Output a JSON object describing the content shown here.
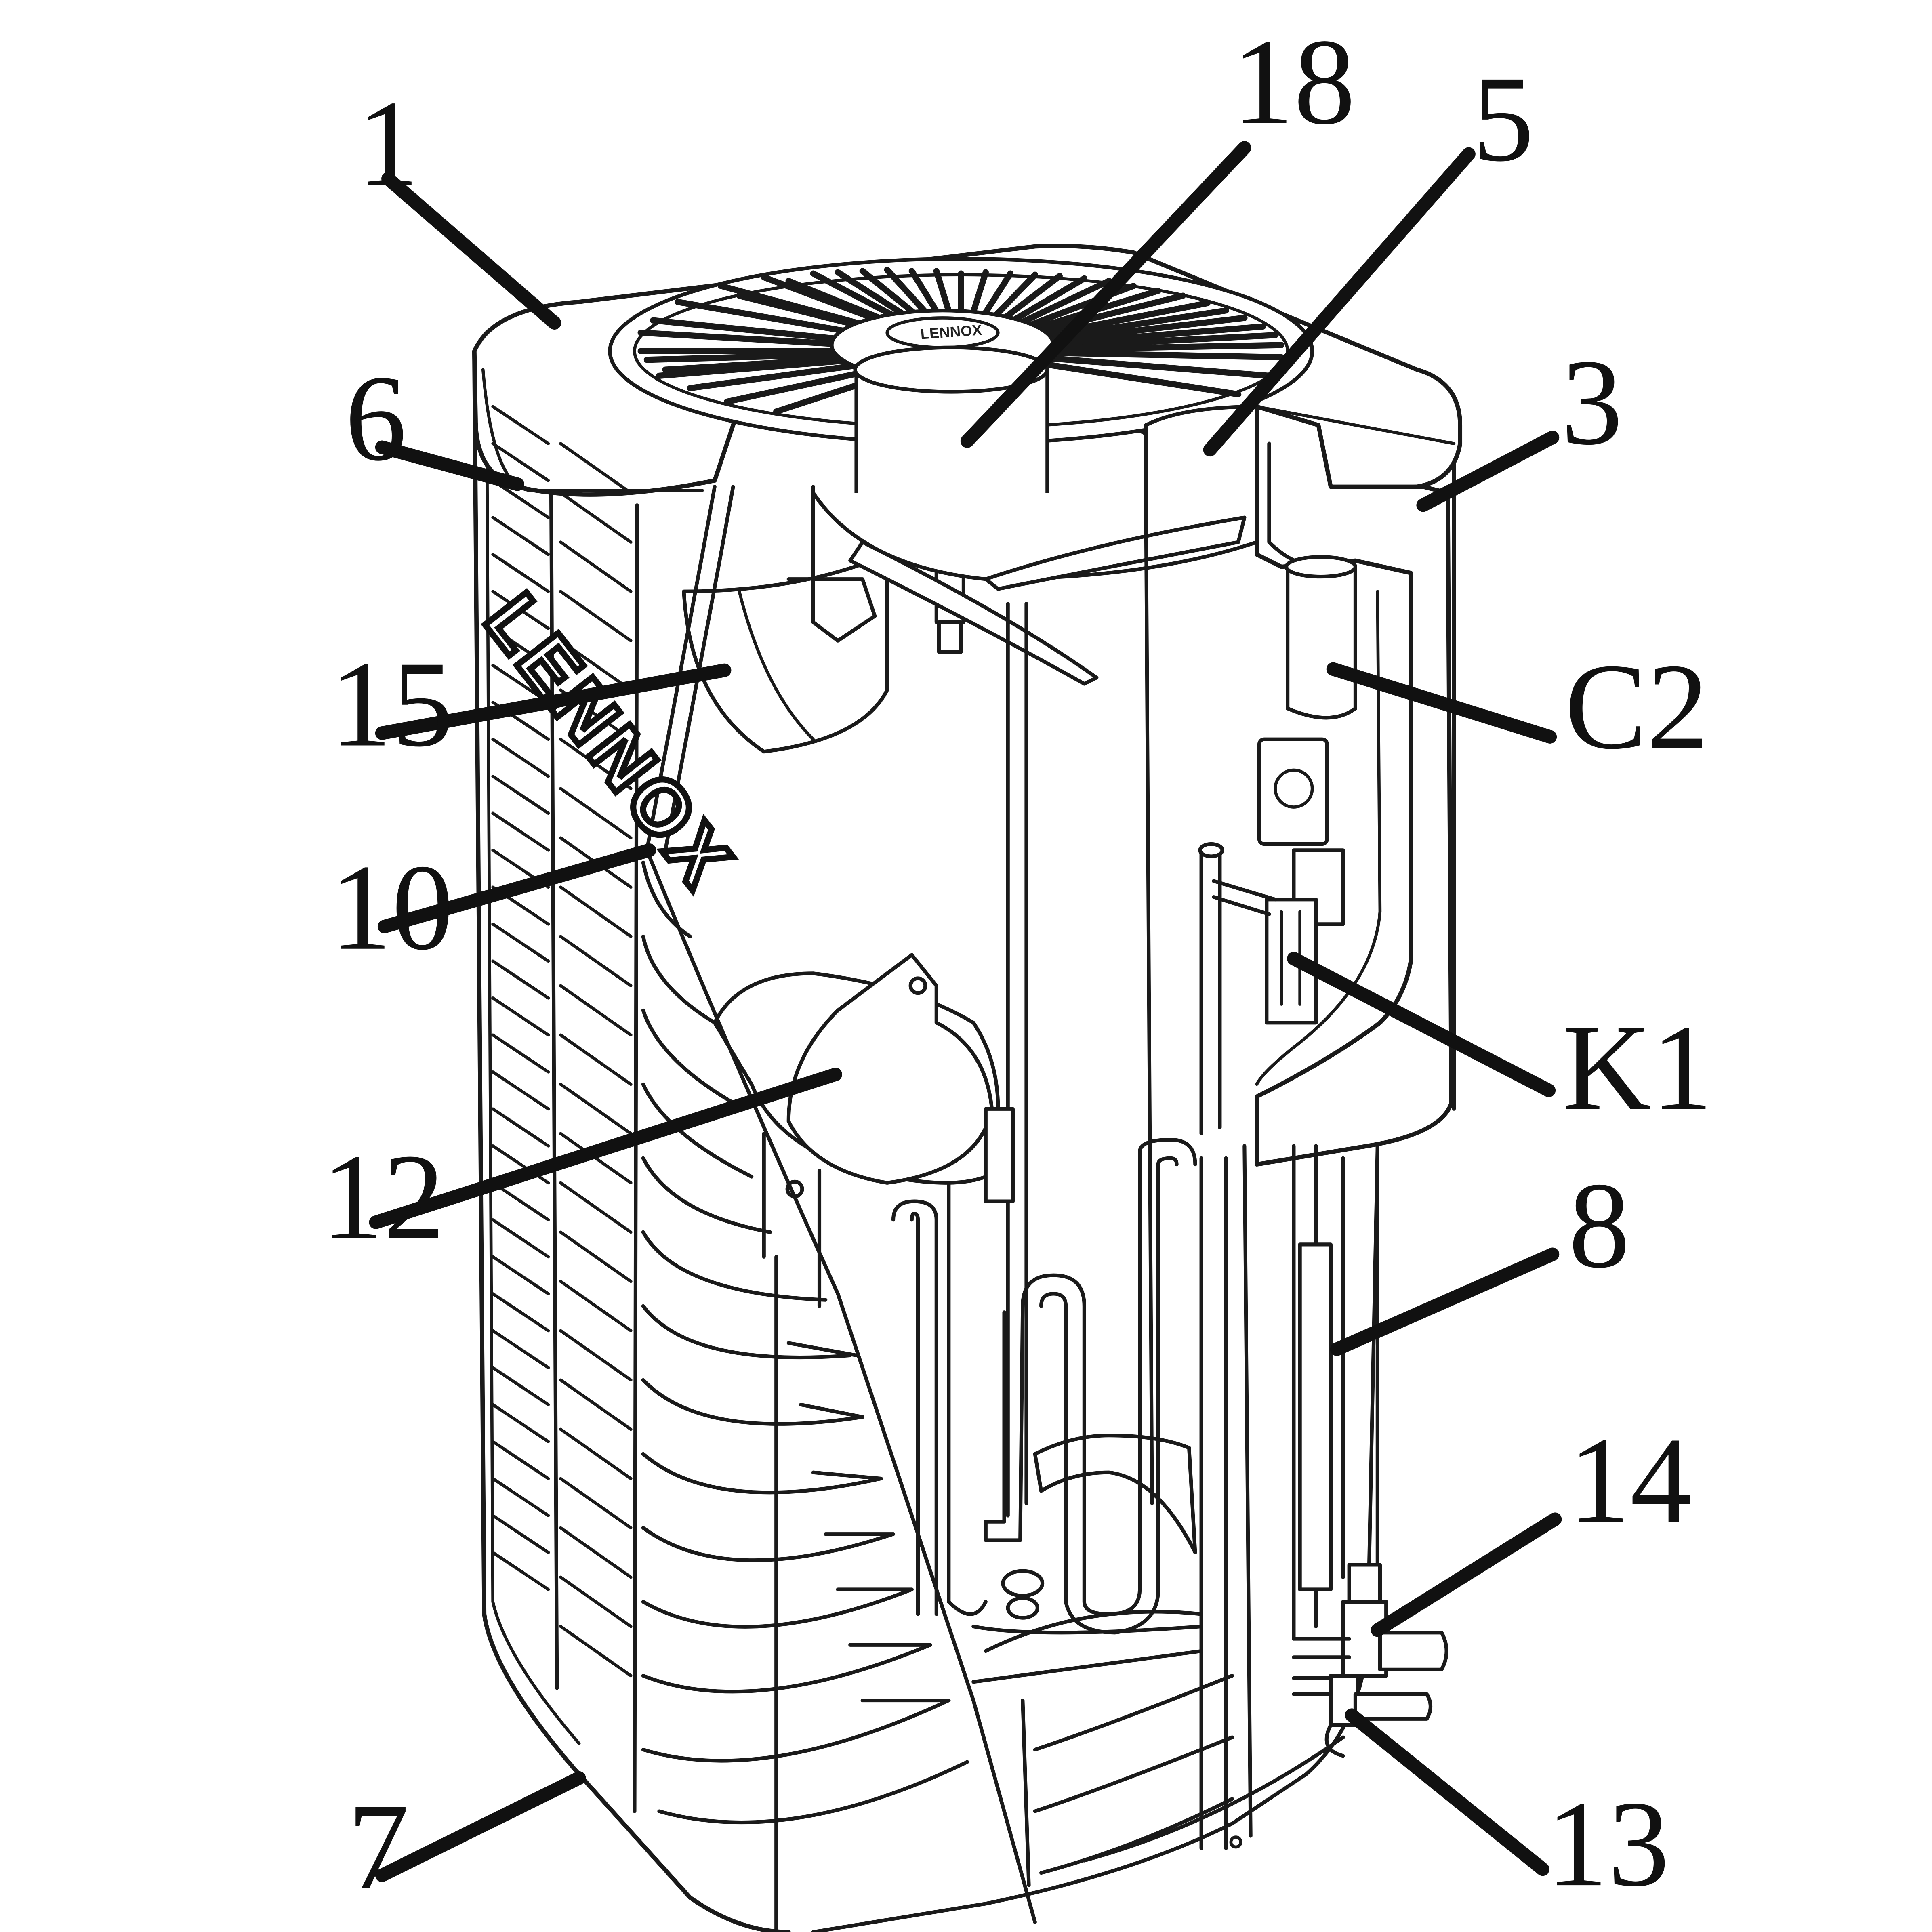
{
  "figure": {
    "brand_mark": "LENNOX",
    "callouts": [
      {
        "id": "c-18",
        "label": "18",
        "part": "fan-motor"
      },
      {
        "id": "c-5",
        "label": "5",
        "part": "fan-shroud"
      },
      {
        "id": "c-1",
        "label": "1",
        "part": "top-cap"
      },
      {
        "id": "c-3",
        "label": "3",
        "part": "control-panel"
      },
      {
        "id": "c-6",
        "label": "6",
        "part": "coil-guard"
      },
      {
        "id": "c-15",
        "label": "15",
        "part": "fan-blade"
      },
      {
        "id": "c-C2",
        "label": "C2",
        "part": "capacitor"
      },
      {
        "id": "c-10",
        "label": "10",
        "part": "condenser-coil"
      },
      {
        "id": "c-K1",
        "label": "K1",
        "part": "contactor"
      },
      {
        "id": "c-12",
        "label": "12",
        "part": "compressor"
      },
      {
        "id": "c-8",
        "label": "8",
        "part": "access-panel"
      },
      {
        "id": "c-14",
        "label": "14",
        "part": "vapor-line-service-valve"
      },
      {
        "id": "c-13",
        "label": "13",
        "part": "liquid-line-service-valve"
      },
      {
        "id": "c-7",
        "label": "7",
        "part": "base-pan"
      }
    ]
  }
}
